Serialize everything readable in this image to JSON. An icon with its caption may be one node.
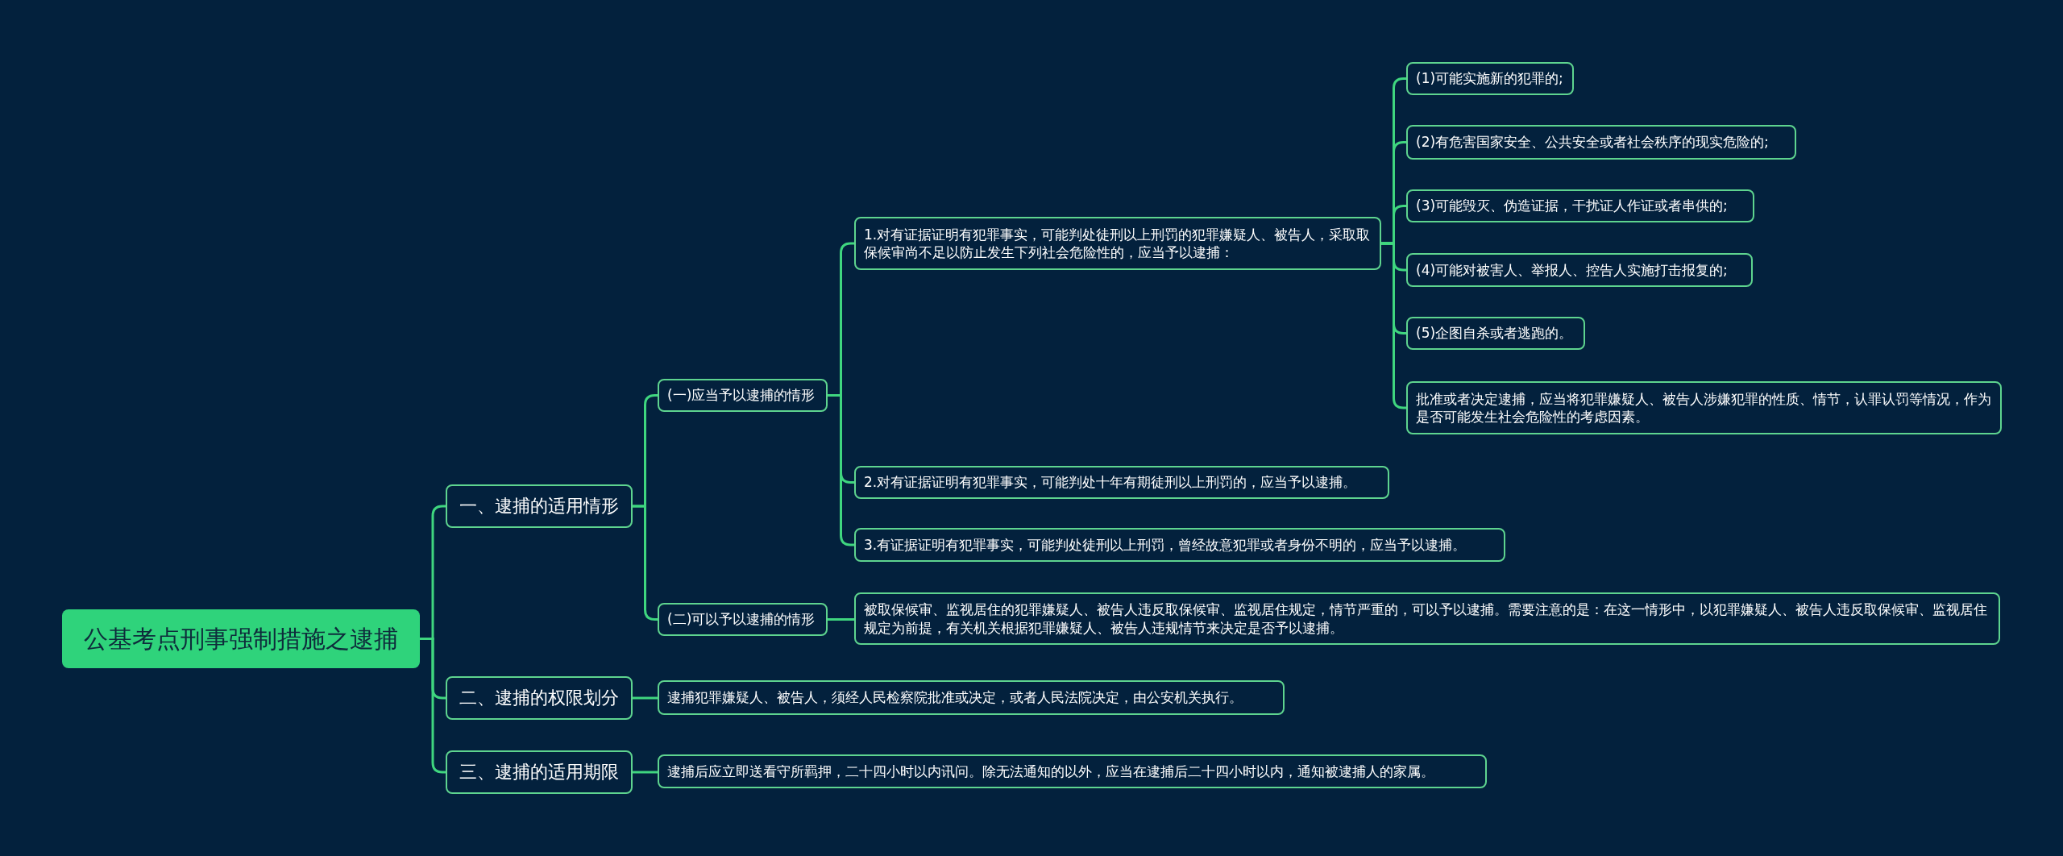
{
  "diagram": {
    "nodes": [
      {
        "text": [
          "公基考点刑事强制措施之逮捕"
        ]
      },
      {
        "text": [
          "一、逮捕的适用情形"
        ]
      },
      {
        "text": [
          "(一)应当予以逮捕的情形"
        ]
      },
      {
        "text": [
          "1.对有证据证明有犯罪事实，可能判处徒刑以上刑罚的犯罪嫌疑人、被告人，采取取保候审尚不足以防止发生下列社会危险性的，应当予以逮捕："
        ]
      },
      {
        "text": [
          "(1)可能实施新的犯罪的;"
        ]
      },
      {
        "text": [
          "(2)有危害国家安全、公共安全或者社会秩序的现实危险的;"
        ]
      },
      {
        "text": [
          "(3)可能毁灭、伪造证据，干扰证人作证或者串供的;"
        ]
      },
      {
        "text": [
          "(4)可能对被害人、举报人、控告人实施打击报复的;"
        ]
      },
      {
        "text": [
          "(5)企图自杀或者逃跑的。"
        ]
      },
      {
        "text": [
          "批准或者决定逮捕，应当将犯罪嫌疑人、被告人涉嫌犯罪的性质、情节，认罪认罚等情况，作为是否可能发生社会危险性的考虑因素。"
        ]
      },
      {
        "text": [
          "2.对有证据证明有犯罪事实，可能判处十年有期徒刑以上刑罚的，应当予以逮捕。"
        ]
      },
      {
        "text": [
          "3.有证据证明有犯罪事实，可能判处徒刑以上刑罚，曾经故意犯罪或者身份不明的，应当予以逮捕。"
        ]
      },
      {
        "text": [
          "(二)可以予以逮捕的情形"
        ]
      },
      {
        "text": [
          "被取保候审、监视居住的犯罪嫌疑人、被告人违反取保候审、监视居住规定，情节严重的，可以予以逮捕。需要注意的是：在这一情形中，以犯罪嫌疑人、被告人违反取保候审、监视居住规定为前提，有关机关根据犯罪嫌疑人、被告人违规情节来决定是否予以逮捕。"
        ]
      },
      {
        "text": [
          "二、逮捕的权限划分"
        ]
      },
      {
        "text": [
          "逮捕犯罪嫌疑人、被告人，须经人民检察院批准或决定，或者人民法院决定，由公安机关执行。"
        ]
      },
      {
        "text": [
          "三、逮捕的适用期限"
        ]
      },
      {
        "text": [
          "逮捕后应立即送看守所羁押，二十四小时以内讯问。除无法通知的以外，应当在逮捕后二十四小时以内，通知被逮捕人的家属。"
        ]
      }
    ],
    "edges": [
      {
        "from": 0,
        "to": 1,
        "arrow": "none"
      },
      {
        "from": 0,
        "to": 14,
        "arrow": "none"
      },
      {
        "from": 0,
        "to": 16,
        "arrow": "none"
      },
      {
        "from": 1,
        "to": 2,
        "arrow": "none"
      },
      {
        "from": 1,
        "to": 12,
        "arrow": "none"
      },
      {
        "from": 2,
        "to": 3,
        "arrow": "none"
      },
      {
        "from": 2,
        "to": 10,
        "arrow": "none"
      },
      {
        "from": 2,
        "to": 11,
        "arrow": "none"
      },
      {
        "from": 3,
        "to": 4,
        "arrow": "none"
      },
      {
        "from": 3,
        "to": 5,
        "arrow": "none"
      },
      {
        "from": 3,
        "to": 6,
        "arrow": "none"
      },
      {
        "from": 3,
        "to": 7,
        "arrow": "none"
      },
      {
        "from": 3,
        "to": 8,
        "arrow": "none"
      },
      {
        "from": 3,
        "to": 9,
        "arrow": "none"
      },
      {
        "from": 12,
        "to": 13,
        "arrow": "none"
      },
      {
        "from": 14,
        "to": 15,
        "arrow": "none"
      },
      {
        "from": 16,
        "to": 17,
        "arrow": "none"
      }
    ]
  }
}
